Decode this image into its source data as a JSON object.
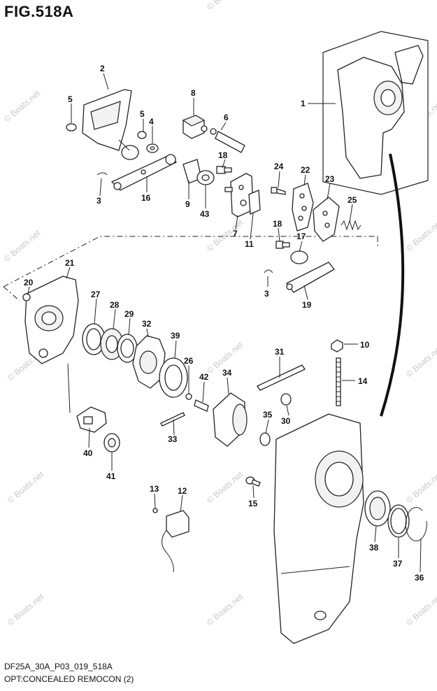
{
  "figure": {
    "title": "FIG.518A",
    "code": "DF25A_30A_P03_019_518A",
    "description": "OPT:CONCEALED REMOCON (2)"
  },
  "watermark": "© Boats.net",
  "callouts": [
    {
      "id": "c1",
      "label": "1"
    },
    {
      "id": "c2",
      "label": "2"
    },
    {
      "id": "c3a",
      "label": "3"
    },
    {
      "id": "c3b",
      "label": "3"
    },
    {
      "id": "c4",
      "label": "4"
    },
    {
      "id": "c5a",
      "label": "5"
    },
    {
      "id": "c5b",
      "label": "5"
    },
    {
      "id": "c6",
      "label": "6"
    },
    {
      "id": "c7",
      "label": "7"
    },
    {
      "id": "c8",
      "label": "8"
    },
    {
      "id": "c9",
      "label": "9"
    },
    {
      "id": "c10",
      "label": "10"
    },
    {
      "id": "c11",
      "label": "11"
    },
    {
      "id": "c12",
      "label": "12"
    },
    {
      "id": "c13",
      "label": "13"
    },
    {
      "id": "c14",
      "label": "14"
    },
    {
      "id": "c15",
      "label": "15"
    },
    {
      "id": "c16",
      "label": "16"
    },
    {
      "id": "c17",
      "label": "17"
    },
    {
      "id": "c18a",
      "label": "18"
    },
    {
      "id": "c18b",
      "label": "18"
    },
    {
      "id": "c19",
      "label": "19"
    },
    {
      "id": "c20",
      "label": "20"
    },
    {
      "id": "c21",
      "label": "21"
    },
    {
      "id": "c22",
      "label": "22"
    },
    {
      "id": "c23",
      "label": "23"
    },
    {
      "id": "c24",
      "label": "24"
    },
    {
      "id": "c25",
      "label": "25"
    },
    {
      "id": "c26",
      "label": "26"
    },
    {
      "id": "c27",
      "label": "27"
    },
    {
      "id": "c28",
      "label": "28"
    },
    {
      "id": "c29",
      "label": "29"
    },
    {
      "id": "c30",
      "label": "30"
    },
    {
      "id": "c31",
      "label": "31"
    },
    {
      "id": "c32",
      "label": "32"
    },
    {
      "id": "c33",
      "label": "33"
    },
    {
      "id": "c34",
      "label": "34"
    },
    {
      "id": "c35",
      "label": "35"
    },
    {
      "id": "c36",
      "label": "36"
    },
    {
      "id": "c37",
      "label": "37"
    },
    {
      "id": "c38",
      "label": "38"
    },
    {
      "id": "c39",
      "label": "39"
    },
    {
      "id": "c40",
      "label": "40"
    },
    {
      "id": "c41",
      "label": "41"
    },
    {
      "id": "c42",
      "label": "42"
    },
    {
      "id": "c43",
      "label": "43"
    }
  ]
}
